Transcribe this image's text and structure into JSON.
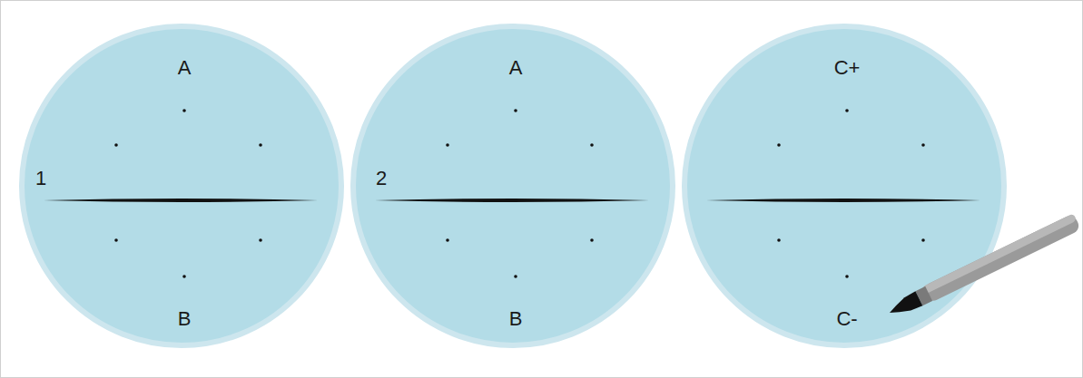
{
  "diagram": {
    "nodes": [
      {
        "text": [
          "A",
          "1",
          "B"
        ]
      },
      {
        "text": [
          "A",
          "2",
          "B"
        ]
      },
      {
        "text": [
          "C+",
          "C-"
        ]
      }
    ]
  }
}
